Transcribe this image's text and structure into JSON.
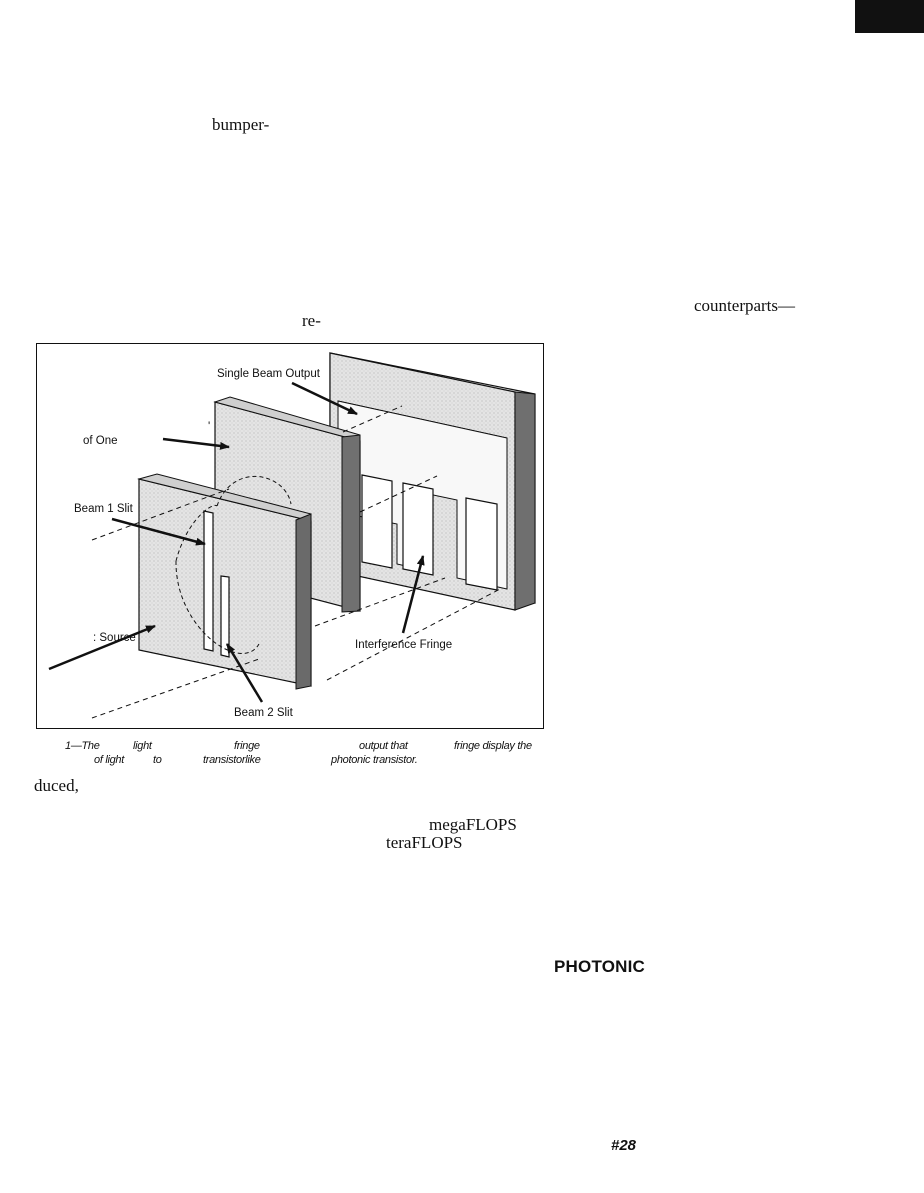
{
  "page": {
    "fragments": {
      "bumper": "bumper-",
      "counterparts": "counterparts—",
      "re": "re-",
      "duced": "duced,",
      "megaflops": "megaFLOPS",
      "teraflops": "teraFLOPS",
      "photonic_heading": "PHOTONIC",
      "page_number": "#28"
    },
    "figure": {
      "labels": {
        "single_beam_output": "Single Beam Output",
        "of_one": "of One",
        "tick_mark": "'",
        "beam1_slit": "Beam 1 Slit",
        "source": ": Source",
        "interference_fringe": "Interference Fringe",
        "beam2_slit": "Beam 2 Slit"
      },
      "caption": {
        "line1": [
          "1—The",
          "light",
          "fringe",
          "output that",
          "fringe display the"
        ],
        "line2": [
          "of light",
          "to",
          "transistorlike",
          "photonic transistor."
        ]
      }
    }
  }
}
